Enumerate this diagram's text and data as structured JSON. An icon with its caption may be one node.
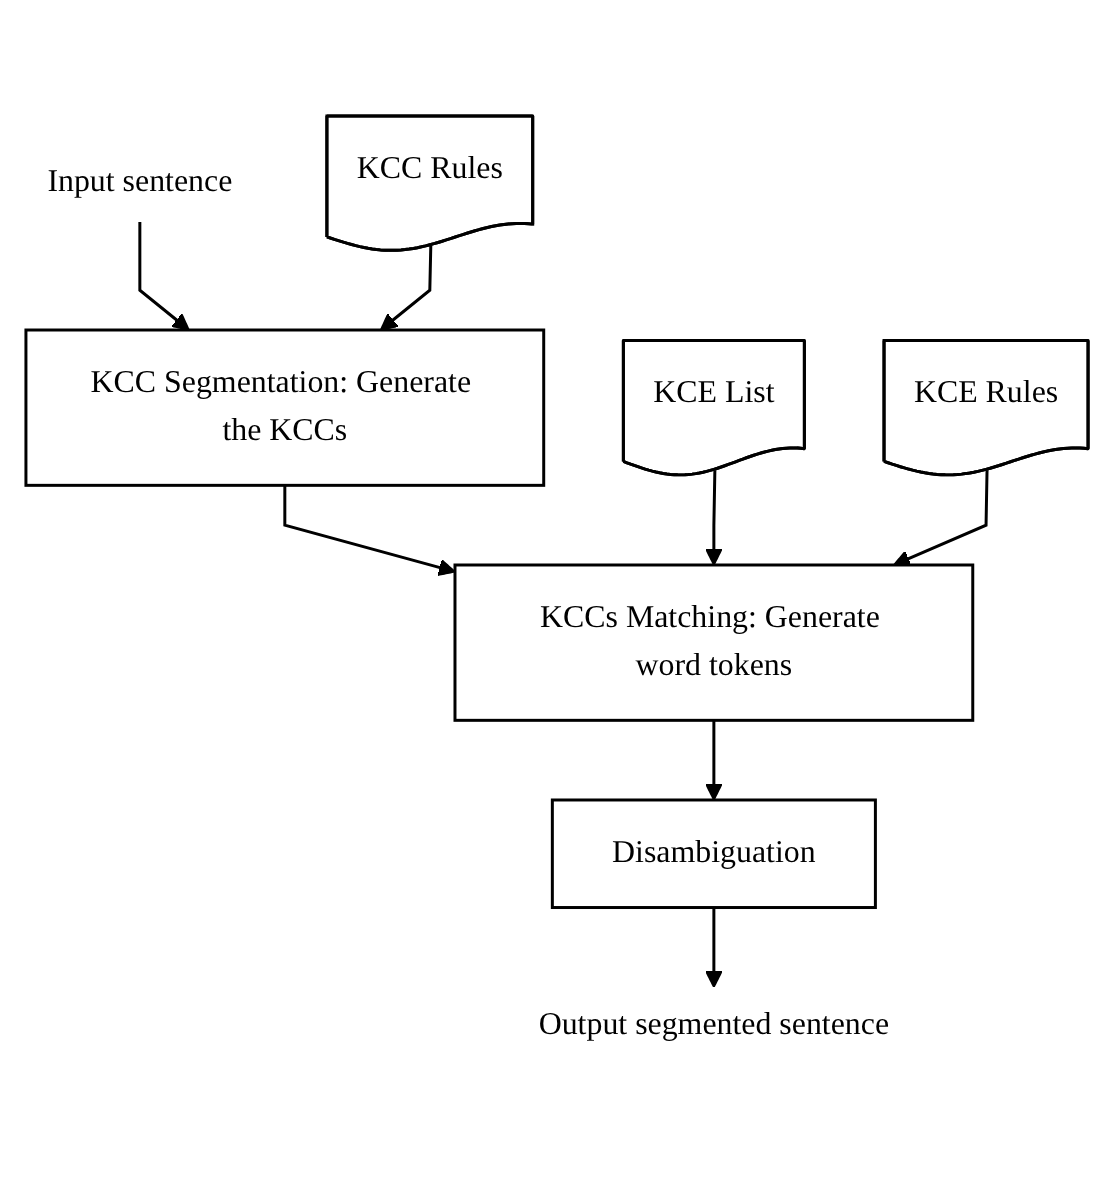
{
  "diagram": {
    "nodes": [
      {
        "text": [
          "Input sentence"
        ]
      },
      {
        "text": [
          "KCC Segmentation: Generate the KCCs"
        ]
      },
      {
        "text": [
          "KCC Rules"
        ]
      },
      {
        "text": [
          "KCCs Matching: Generate word tokens"
        ]
      },
      {
        "text": [
          "KCE List"
        ]
      },
      {
        "text": [
          "KCE Rules"
        ]
      },
      {
        "text": [
          "Disambiguation"
        ]
      },
      {
        "text": [
          "Output segmented sentence"
        ]
      }
    ],
    "edges": [
      {
        "from": 0,
        "to": 1,
        "arrow": "to"
      },
      {
        "from": 2,
        "to": 1,
        "arrow": "to"
      },
      {
        "from": 1,
        "to": 3,
        "arrow": "to"
      },
      {
        "from": 4,
        "to": 3,
        "arrow": "to"
      },
      {
        "from": 5,
        "to": 3,
        "arrow": "to"
      },
      {
        "from": 3,
        "to": 6,
        "arrow": "to"
      },
      {
        "from": 6,
        "to": 7,
        "arrow": "to"
      }
    ]
  }
}
